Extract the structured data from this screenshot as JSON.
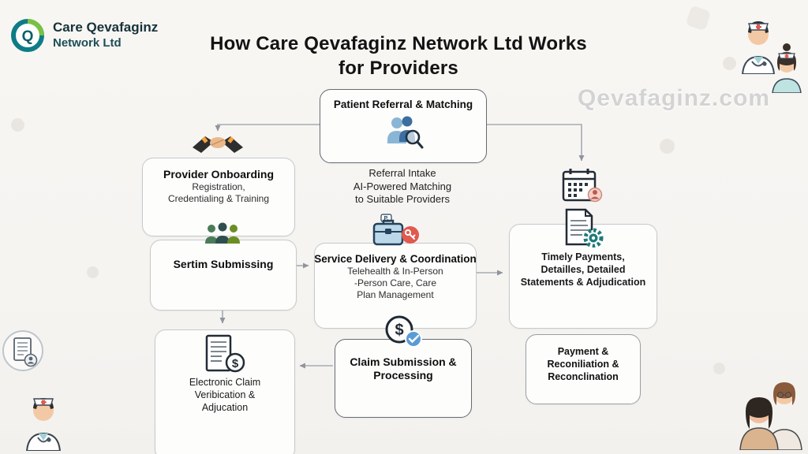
{
  "brand": {
    "name_line1": "Care Qevafaginz",
    "name_line2": "Network Ltd"
  },
  "glyphs": {
    "monogram": "Q",
    "briefcase_tag": "P.",
    "dollar": "$"
  },
  "title": {
    "line1": "How Care Qevafaginz Network Ltd Works",
    "line2": "for Providers"
  },
  "watermark": "Qevafaginz.com",
  "nodes": {
    "patient_referral": {
      "title": "Patient Referral & Matching",
      "desc": [
        "Referral Intake",
        "AI-Powered Matching",
        "to Suitable Providers"
      ]
    },
    "provider_onboarding": {
      "title": "Provider Onboarding",
      "desc": [
        "Registration,",
        "Credentialing & Training"
      ]
    },
    "sertim": {
      "title": "Sertim Submissing"
    },
    "service_delivery": {
      "title": "Service Delivery & Coordination",
      "desc": [
        "Telehealth & In-Person",
        "-Person Care, Care",
        "Plan Management"
      ]
    },
    "timely_payments": {
      "lines": [
        "Timely Payments,",
        "Detailles, Detailed",
        "Statements & Adjudication"
      ]
    },
    "payment_reconciliation": {
      "lines": [
        "Payment &",
        "Reconiliation &",
        "Reconclination"
      ]
    },
    "claim_processing": {
      "lines": [
        "Claim Submission &",
        "Processing"
      ]
    },
    "electronic_claim": {
      "lines": [
        "Electronic Claim",
        "Veribication &",
        "Adjucation"
      ]
    }
  },
  "icons": [
    "logo-q-icon",
    "handshake-icon",
    "patients-search-icon",
    "team-icon",
    "briefcase-key-icon",
    "calendar-icon",
    "document-gear-icon",
    "dollar-check-icon",
    "document-dollar-icon",
    "doctor-illustration",
    "nurse-illustration",
    "women-illustration",
    "document-badge-icon"
  ],
  "colors": {
    "accent_teal": "#0e7c86",
    "logo_green": "#7ac143",
    "arrow_gray": "#a6abb1",
    "badge_red": "#e05a4e",
    "check_blue": "#5b9bd5",
    "background": "#f7f5f2",
    "box_border": "#c6c9cc",
    "box_border_dark": "#666c73",
    "text_dark": "#131313"
  }
}
